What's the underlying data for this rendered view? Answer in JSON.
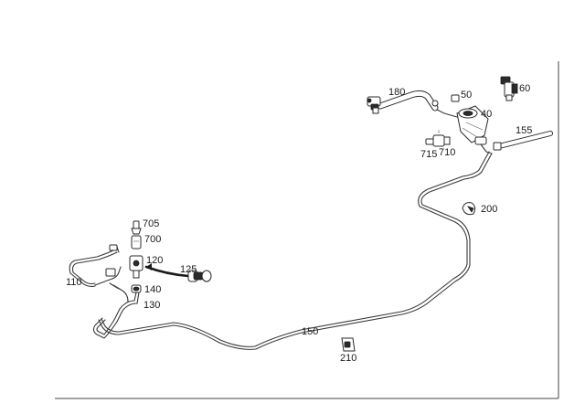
{
  "diagram": {
    "callouts": {
      "c180": "180",
      "c50": "50",
      "c60": "60",
      "c40": "40",
      "c155": "155",
      "c715": "715",
      "c710": "710",
      "c200": "200",
      "c705": "705",
      "c700": "700",
      "c120": "120",
      "c125": "125",
      "c110": "110",
      "c140": "140",
      "c130": "130",
      "c150": "150",
      "c210": "210"
    }
  }
}
